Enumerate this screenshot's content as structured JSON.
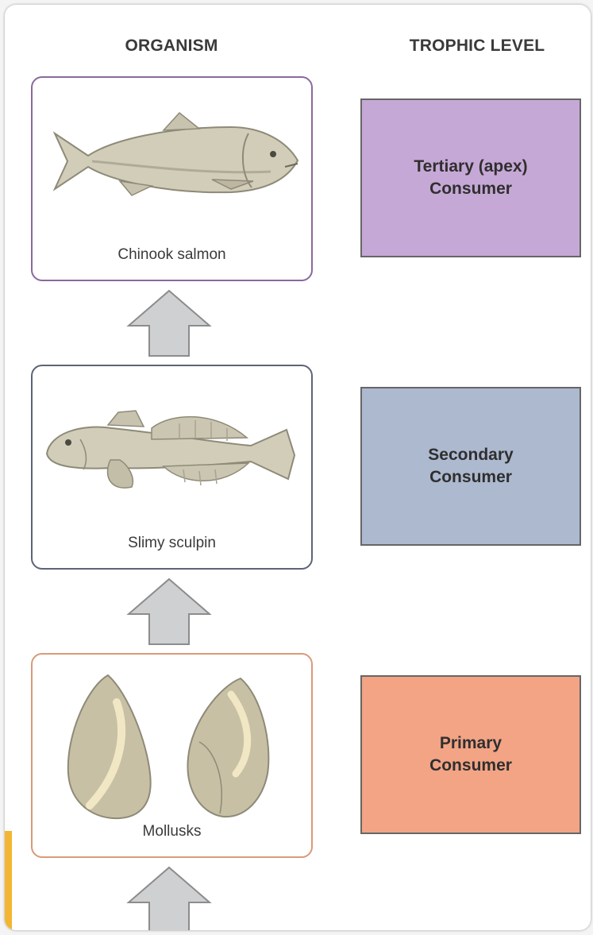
{
  "headers": {
    "organism": "ORGANISM",
    "trophic_level": "TROPHIC LEVEL"
  },
  "organisms": [
    {
      "label": "Chinook salmon",
      "icon": "salmon-illustration",
      "border": "#8a6a9a"
    },
    {
      "label": "Slimy sculpin",
      "icon": "sculpin-illustration",
      "border": "#5c6478"
    },
    {
      "label": "Mollusks",
      "icon": "mollusk-shells-illustration",
      "border": "#d99a7a"
    }
  ],
  "levels": [
    {
      "label": "Tertiary (apex)\nConsumer",
      "color": "#c6a8d6"
    },
    {
      "label": "Secondary\nConsumer",
      "color": "#adb9cf"
    },
    {
      "label": "Primary\nConsumer",
      "color": "#f2a485"
    }
  ],
  "arrow_color": "#cfd0d2"
}
